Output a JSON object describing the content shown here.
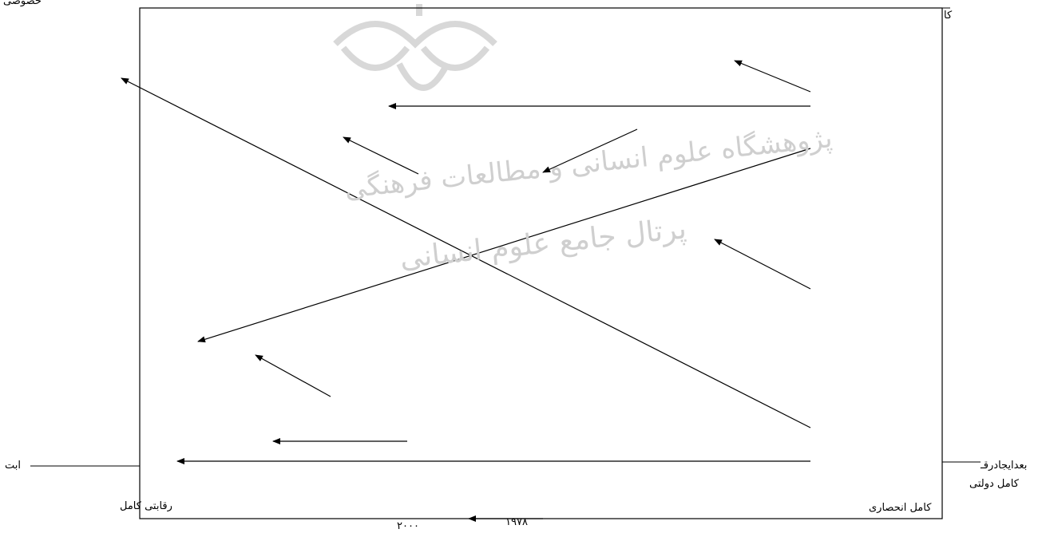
{
  "labels": {
    "top_left": "خصوصی",
    "top_right": "کا",
    "left_middle": "ابت",
    "right_middle_1": "بعدایجادرقـ",
    "right_middle_2": "کامل دولتی",
    "bottom_left": "رقابتی کامل",
    "bottom_right": "کامل انحصاری",
    "axis_year_left": "۲۰۰۰",
    "axis_year_right": "۱۹۷۸"
  },
  "watermark": {
    "line1": "پژوهشگاه علوم انسانی و مطالعات فرهنگی",
    "line2": "پرتال جامع علوم انسانی"
  },
  "colors": {
    "stroke": "#000000",
    "watermark": "#cfcfcf"
  }
}
